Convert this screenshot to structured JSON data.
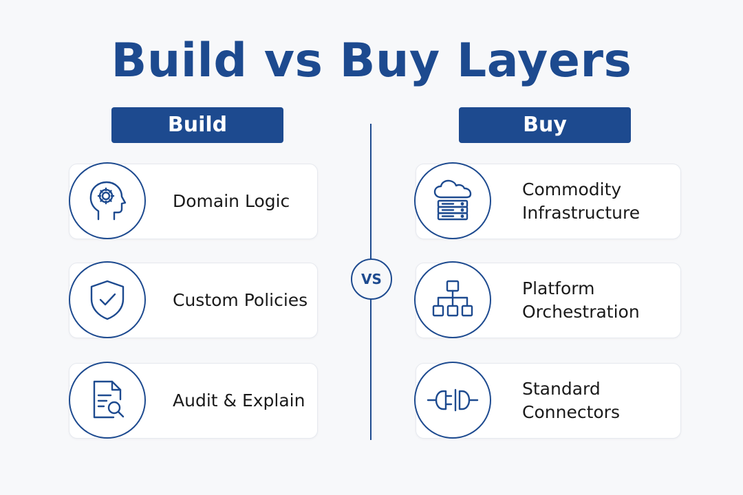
{
  "title": "Build vs Buy Layers",
  "vs": "VS",
  "build": {
    "header": "Build",
    "items": [
      {
        "label": "Domain Logic",
        "icon": "head-gear-icon"
      },
      {
        "label": "Custom Policies",
        "icon": "shield-check-icon"
      },
      {
        "label": "Audit & Explain",
        "icon": "document-search-icon"
      }
    ]
  },
  "buy": {
    "header": "Buy",
    "items": [
      {
        "line1": "Commodity",
        "line2": "Infrastructure",
        "icon": "cloud-server-icon"
      },
      {
        "line1": "Platform",
        "line2": "Orchestration",
        "icon": "org-hierarchy-icon"
      },
      {
        "line1": "Standard",
        "line2": "Connectors",
        "icon": "plug-connector-icon"
      }
    ]
  },
  "colors": {
    "accent": "#1d4a8f",
    "background": "#f7f8fa",
    "card": "#ffffff"
  }
}
